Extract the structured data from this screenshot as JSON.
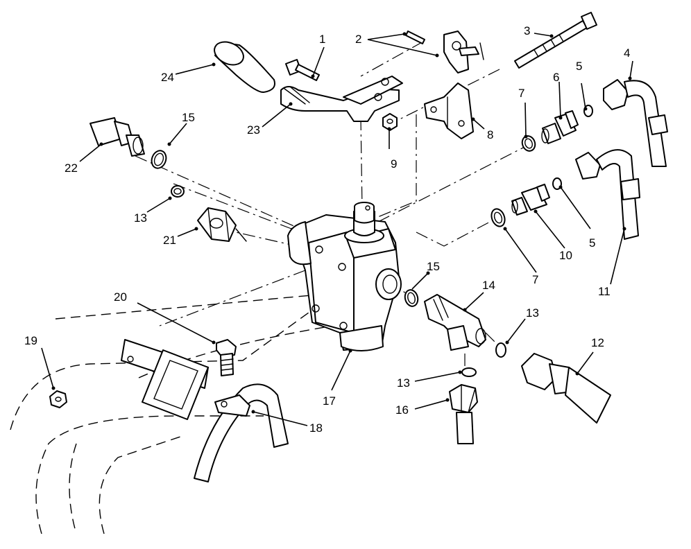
{
  "diagram": {
    "callouts": [
      {
        "id": "c1",
        "label": "1"
      },
      {
        "id": "c2",
        "label": "2"
      },
      {
        "id": "c3",
        "label": "3"
      },
      {
        "id": "c4",
        "label": "4"
      },
      {
        "id": "c5a",
        "label": "5"
      },
      {
        "id": "c5b",
        "label": "5"
      },
      {
        "id": "c6",
        "label": "6"
      },
      {
        "id": "c7a",
        "label": "7"
      },
      {
        "id": "c7b",
        "label": "7"
      },
      {
        "id": "c8",
        "label": "8"
      },
      {
        "id": "c9",
        "label": "9"
      },
      {
        "id": "c10",
        "label": "10"
      },
      {
        "id": "c11",
        "label": "11"
      },
      {
        "id": "c12",
        "label": "12"
      },
      {
        "id": "c13a",
        "label": "13"
      },
      {
        "id": "c13b",
        "label": "13"
      },
      {
        "id": "c13c",
        "label": "13"
      },
      {
        "id": "c14",
        "label": "14"
      },
      {
        "id": "c15a",
        "label": "15"
      },
      {
        "id": "c15b",
        "label": "15"
      },
      {
        "id": "c16",
        "label": "16"
      },
      {
        "id": "c17",
        "label": "17"
      },
      {
        "id": "c18",
        "label": "18"
      },
      {
        "id": "c19",
        "label": "19"
      },
      {
        "id": "c20",
        "label": "20"
      },
      {
        "id": "c21",
        "label": "21"
      },
      {
        "id": "c22",
        "label": "22"
      },
      {
        "id": "c23",
        "label": "23"
      },
      {
        "id": "c24",
        "label": "24"
      }
    ]
  }
}
